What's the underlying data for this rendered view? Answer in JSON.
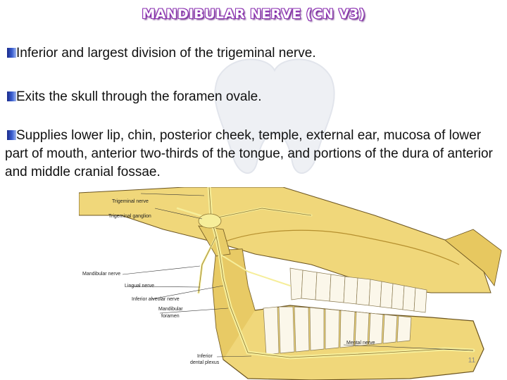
{
  "title": "MANDIBULAR NERVE (CN V3)",
  "bullets": [
    "Inferior and largest division of the trigeminal nerve.",
    "Exits the skull through the foramen ovale.",
    "Supplies lower lip, chin, posterior cheek, temple, external ear, mucosa of lower part of mouth, anterior two-thirds of the tongue, and portions of the dura of anterior and middle cranial fossae."
  ],
  "figure": {
    "labels": {
      "trigeminal_nerve": "Trigeminal nerve",
      "trigeminal_ganglion": "Trigeminal ganglion",
      "mandibular_nerve": "Mandibular nerve",
      "lingual_nerve": "Lingual nerve",
      "inferior_alveolar_nerve": "Inferior alveolar nerve",
      "mandibular_foramen_1": "Mandibular",
      "mandibular_foramen_2": "foramen",
      "mental_nerve": "Mental nerve",
      "inferior_dental_plexus_1": "Inferior",
      "inferior_dental_plexus_2": "dental plexus"
    },
    "colors": {
      "bone": "#f0d77a",
      "bone_shadow": "#cfa940",
      "nerve": "#f6ee9a",
      "outline": "#6b5420"
    }
  },
  "page_number": "11"
}
